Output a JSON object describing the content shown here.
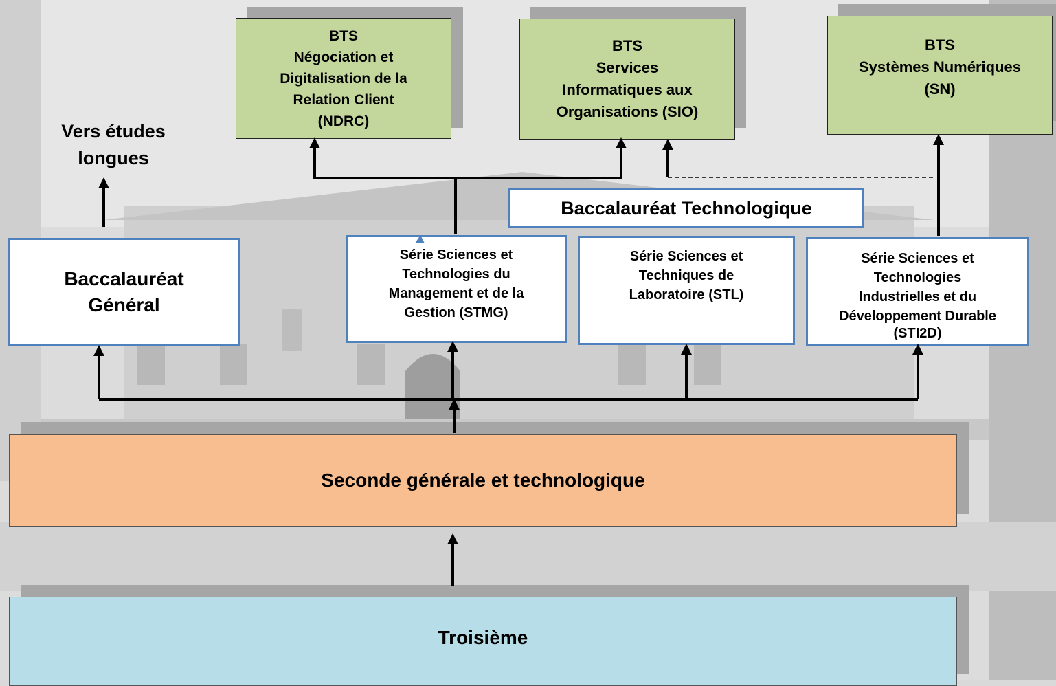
{
  "bts": {
    "ndrc": [
      "BTS",
      "Négociation et",
      "Digitalisation de la",
      "Relation Client",
      "(NDRC)"
    ],
    "sio": [
      "BTS",
      "Services",
      "Informatiques aux",
      "Organisations (SIO)"
    ],
    "sn": [
      "BTS",
      "Systèmes Numériques",
      "(SN)"
    ]
  },
  "vers_etudes": [
    "Vers études",
    "longues"
  ],
  "bac_techno_label": "Baccalauréat Technologique",
  "bac_general": [
    "Baccalauréat",
    "Général"
  ],
  "series": {
    "stmg": [
      "Série Sciences et",
      "Technologies du",
      "Management et de la",
      "Gestion (STMG)"
    ],
    "stl": [
      "Série Sciences et",
      "Techniques de",
      "Laboratoire (STL)"
    ],
    "sti2d": [
      "Série Sciences et",
      "Technologies",
      "Industrielles et du",
      "Développement Durable",
      "(STI2D)"
    ]
  },
  "seconde": "Seconde générale et technologique",
  "troisieme": "Troisième",
  "colors": {
    "bts_fill": "#c3d69b",
    "box_border": "#4f81bd",
    "seconde_fill": "#f9be8f",
    "troisieme_fill": "#b7dde8",
    "shadow": "#a6a6a6",
    "arrow": "#000000"
  }
}
